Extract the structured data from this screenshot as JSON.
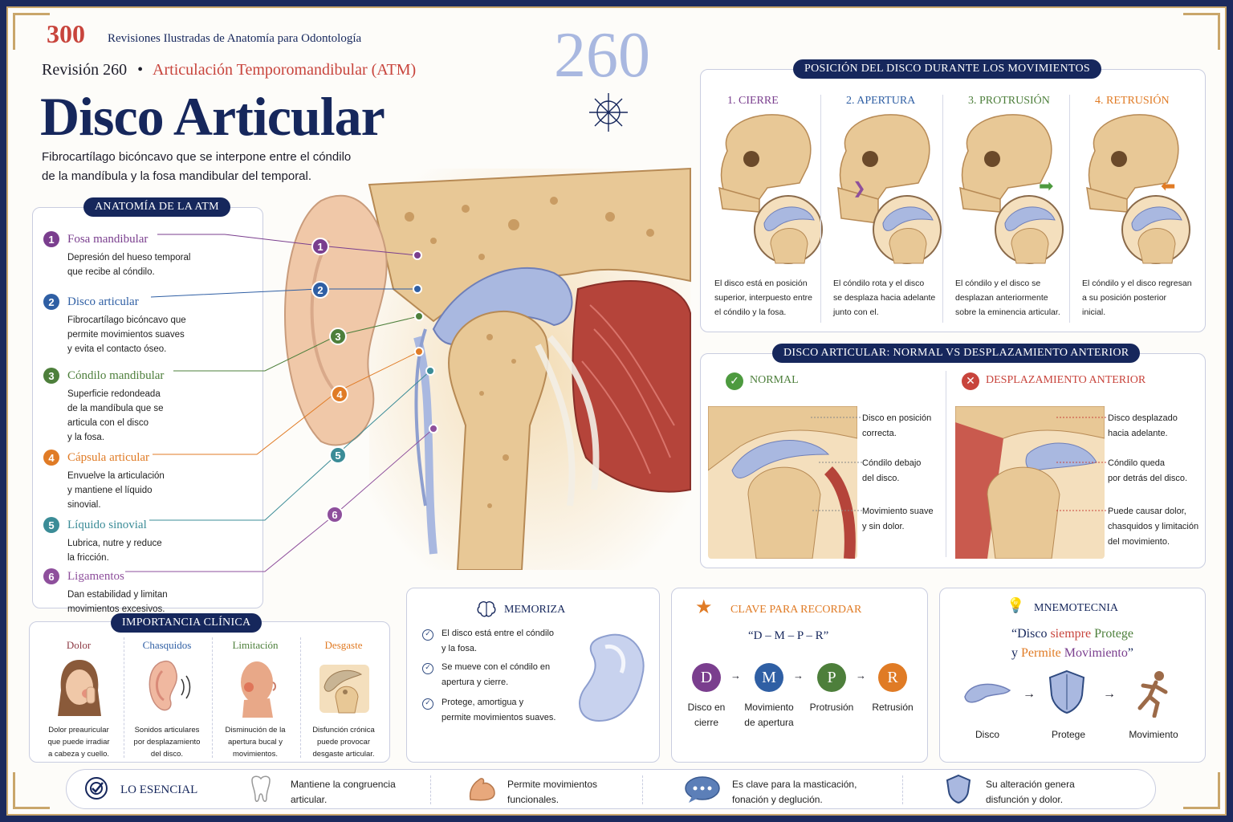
{
  "series": {
    "number": "300",
    "title": "Revisiones Ilustradas de Anatomía para Odontología"
  },
  "revision": {
    "label": "Revisión 260",
    "bullet": "•",
    "topic": "Articulación Temporomandibular (ATM)",
    "big_number": "260"
  },
  "main_title": "Disco Articular",
  "intro": {
    "line1": "Fibrocartílago bicóncavo que se interpone entre el cóndilo",
    "line2": "de la mandíbula y la fosa mandibular del temporal."
  },
  "anatomy": {
    "header": "ANATOMÍA DE LA ATM",
    "items": [
      {
        "num": "1",
        "title": "Fosa mandibular",
        "desc1": "Depresión del hueso temporal",
        "desc2": "que recibe al cóndilo.",
        "color": "#7a3e8e"
      },
      {
        "num": "2",
        "title": "Disco articular",
        "desc1": "Fibrocartílago bicóncavo que",
        "desc2": "permite movimientos suaves",
        "desc3": "y evita el contacto óseo.",
        "color": "#2f5fa4"
      },
      {
        "num": "3",
        "title": "Cóndilo mandibular",
        "desc1": "Superficie redondeada",
        "desc2": "de la mandíbula que se",
        "desc3": "articula con el disco",
        "desc4": "y la fosa.",
        "color": "#4d7f3b"
      },
      {
        "num": "4",
        "title": "Cápsula articular",
        "desc1": "Envuelve la articulación",
        "desc2": "y mantiene el líquido",
        "desc3": "sinovial.",
        "color": "#e07b25"
      },
      {
        "num": "5",
        "title": "Líquido sinovial",
        "desc1": "Lubrica, nutre y reduce",
        "desc2": "la fricción.",
        "color": "#3b8c97"
      },
      {
        "num": "6",
        "title": "Ligamentos",
        "desc1": "Dan estabilidad y limitan",
        "desc2": "movimientos excesivos.",
        "color": "#8e4f9c"
      }
    ]
  },
  "positions": {
    "header": "POSICIÓN DEL DISCO DURANTE LOS MOVIMIENTOS",
    "items": [
      {
        "title": "1. CIERRE",
        "l1": "El disco está en posición",
        "l2": "superior, interpuesto entre",
        "l3": "el cóndilo y la fosa.",
        "color": "#7a3e8e"
      },
      {
        "title": "2. APERTURA",
        "l1": "El cóndilo rota y el disco",
        "l2": "se desplaza hacia adelante",
        "l3": "junto con el.",
        "color": "#2f5fa4"
      },
      {
        "title": "3. PROTRUSIÓN",
        "l1": "El cóndilo y el disco se",
        "l2": "desplazan anteriormente",
        "l3": "sobre la eminencia articular.",
        "color": "#4d7f3b"
      },
      {
        "title": "4. RETRUSIÓN",
        "l1": "El cóndilo y el disco regresan",
        "l2": "a su posición posterior",
        "l3": "inicial.",
        "color": "#e07b25"
      }
    ]
  },
  "compare": {
    "header": "DISCO ARTICULAR: NORMAL vs DESPLAZAMIENTO ANTERIOR",
    "normal": {
      "title": "NORMAL",
      "a1": "Disco en posición",
      "a2": "correcta.",
      "b1": "Cóndilo debajo",
      "b2": "del disco.",
      "c1": "Movimiento suave",
      "c2": "y sin dolor."
    },
    "displaced": {
      "title": "DESPLAZAMIENTO ANTERIOR",
      "a1": "Disco desplazado",
      "a2": "hacia adelante.",
      "b1": "Cóndilo queda",
      "b2": "por detrás del disco.",
      "c1": "Puede causar dolor,",
      "c2": "chasquidos y limitación",
      "c3": "del movimiento."
    }
  },
  "clinical": {
    "header": "IMPORTANCIA CLÍNICA",
    "items": [
      {
        "title": "Dolor",
        "l1": "Dolor preauricular",
        "l2": "que puede irradiar",
        "l3": "a cabeza y cuello.",
        "color": "#8e3b45"
      },
      {
        "title": "Chasquidos",
        "l1": "Sonidos articulares",
        "l2": "por desplazamiento",
        "l3": "del disco.",
        "color": "#2f5fa4"
      },
      {
        "title": "Limitación",
        "l1": "Disminución de la",
        "l2": "apertura bucal y",
        "l3": "movimientos.",
        "color": "#4d7f3b"
      },
      {
        "title": "Desgaste",
        "l1": "Disfunción crónica",
        "l2": "puede provocar",
        "l3": "desgaste articular.",
        "color": "#e07b25"
      }
    ]
  },
  "memoriza": {
    "title": "MEMORIZA",
    "items": [
      {
        "l1": "El disco está entre el cóndilo",
        "l2": "y la fosa."
      },
      {
        "l1": "Se mueve con el cóndilo en",
        "l2": "apertura y cierre."
      },
      {
        "l1": "Protege, amortigua y",
        "l2": "permite movimientos suaves."
      }
    ]
  },
  "clave": {
    "title": "CLAVE PARA RECORDAR",
    "code": "“D – M – P – R”",
    "items": [
      {
        "letter": "D",
        "l1": "Disco en",
        "l2": "cierre",
        "color": "#7a3e8e"
      },
      {
        "letter": "M",
        "l1": "Movimiento",
        "l2": "de apertura",
        "color": "#2f5fa4"
      },
      {
        "letter": "P",
        "l1": "Protrusión",
        "l2": "",
        "color": "#4d7f3b"
      },
      {
        "letter": "R",
        "l1": "Retrusión",
        "l2": "",
        "color": "#e07b25"
      }
    ]
  },
  "mnemo": {
    "title": "MNEMOTECNIA",
    "q_open": "“Disco ",
    "w_siempre": "siempre",
    "w_protege": " Protege",
    "line2_a": "y ",
    "w_permite": "Permite",
    "w_mov": " Movimiento",
    "q_close": "”",
    "labels": [
      "Disco",
      "Protege",
      "Movimiento"
    ]
  },
  "essentials": {
    "title": "LO ESENCIAL",
    "items": [
      {
        "l1": "Mantiene la congruencia",
        "l2": "articular."
      },
      {
        "l1": "Permite movimientos",
        "l2": "funcionales."
      },
      {
        "l1": "Es clave para la masticación,",
        "l2": "fonación y deglución."
      },
      {
        "l1": "Su alteración genera",
        "l2": "disfunción y dolor."
      }
    ]
  },
  "arrow": "→",
  "colors": {
    "navy": "#16275c",
    "gold": "#c9a66b",
    "bone": "#e8c896",
    "disc": "#a9b8e0",
    "muscle": "#b5443a",
    "red": "#c8443c"
  }
}
